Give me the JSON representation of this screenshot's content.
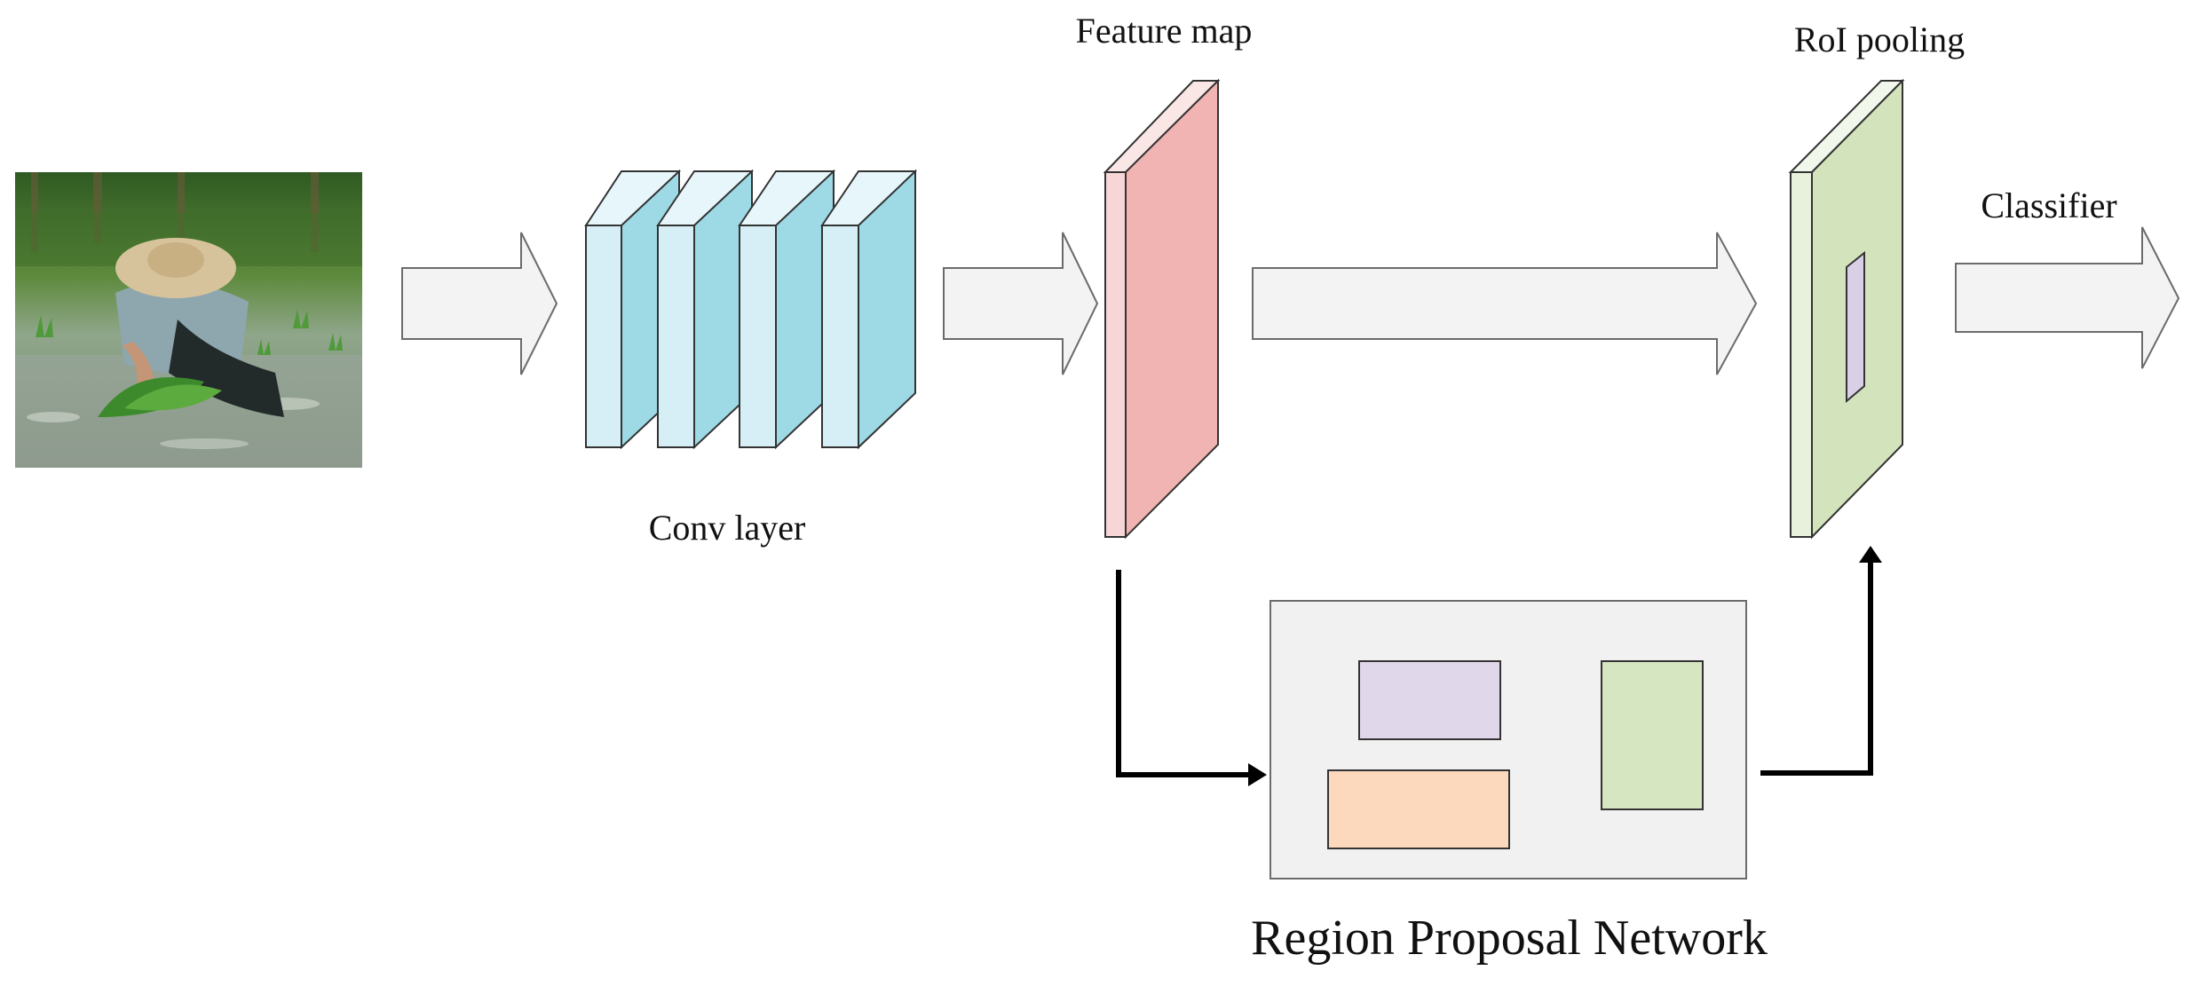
{
  "labels": {
    "feature_map": "Feature map",
    "roi_pooling": "RoI pooling",
    "classifier": "Classifier",
    "conv_layer": "Conv layer",
    "rpn": "Region Proposal Network"
  },
  "input_image": {
    "subject": "person planting rice seedlings in a flooded paddy field, wearing a straw hat"
  },
  "colors": {
    "arrow_fill": "#f3f3f3",
    "arrow_stroke": "#6b6b6b",
    "conv_front": "#d6eff6",
    "conv_side": "#9ed9e6",
    "feature_map_front": "#f6d6d6",
    "feature_map_side": "#f2b4b2",
    "roi_front": "#e8f1dc",
    "roi_side": "#d3e4bd",
    "roi_inner": "#d9d0e8",
    "rpn_background": "#f1f1f1",
    "rpn_box_purple": "#e0d8ea",
    "rpn_box_green": "#d5e6c1",
    "rpn_box_orange": "#fcd9bc",
    "connector": "#000000"
  }
}
